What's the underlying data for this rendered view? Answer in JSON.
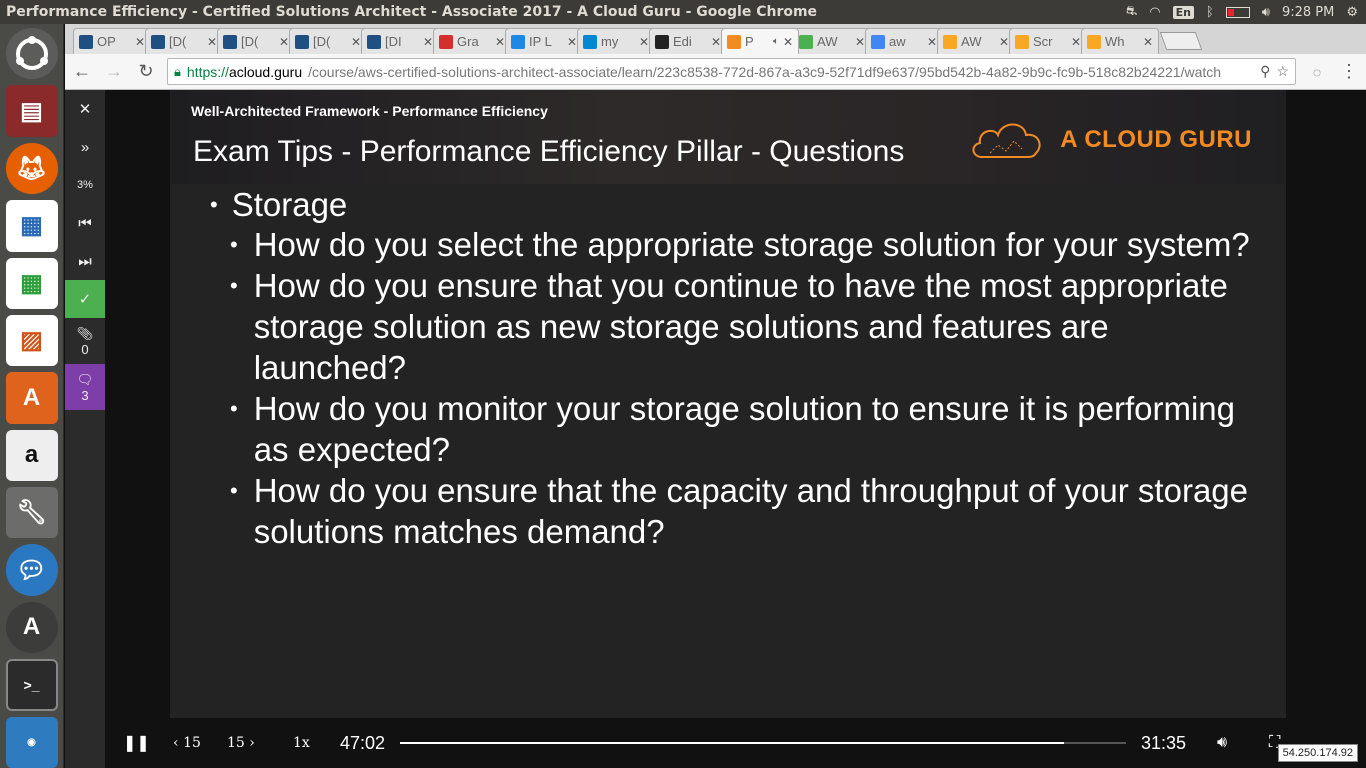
{
  "system_bar": {
    "window_title": "Performance Efficiency - Certified Solutions Architect - Associate 2017 - A Cloud Guru - Google Chrome",
    "keyboard_layout": "En",
    "clock": "9:28 PM"
  },
  "launcher": {
    "apps": [
      "files-icon",
      "firefox-icon",
      "writer-icon",
      "calc-icon",
      "impress-icon",
      "software-center-icon",
      "amazon-icon",
      "settings-icon",
      "chat-icon",
      "updater-icon",
      "terminal-icon",
      "workbench-icon"
    ]
  },
  "browser": {
    "tabs": [
      {
        "label": "OP",
        "favicon": "bitbucket-icon",
        "color": "#205081"
      },
      {
        "label": "[D(",
        "favicon": "bitbucket-icon",
        "color": "#205081"
      },
      {
        "label": "[D(",
        "favicon": "bitbucket-icon",
        "color": "#205081"
      },
      {
        "label": "[D(",
        "favicon": "bitbucket-icon",
        "color": "#205081"
      },
      {
        "label": "[DI",
        "favicon": "bitbucket-icon",
        "color": "#205081"
      },
      {
        "label": "Gra",
        "favicon": "target-icon",
        "color": "#d32f2f"
      },
      {
        "label": "IP L",
        "favicon": "ip-icon",
        "color": "#1e88e5"
      },
      {
        "label": "my",
        "favicon": "database-icon",
        "color": "#0288d1"
      },
      {
        "label": "Edi",
        "favicon": "github-icon",
        "color": "#222222"
      },
      {
        "label": "P",
        "favicon": "cloud-icon",
        "color": "#f28b22",
        "active": true,
        "audio": true
      },
      {
        "label": "AW",
        "favicon": "u-icon",
        "color": "#4caf50"
      },
      {
        "label": "aw",
        "favicon": "google-icon",
        "color": "#4285f4"
      },
      {
        "label": "AW",
        "favicon": "aws-icon",
        "color": "#f9a825"
      },
      {
        "label": "Scr",
        "favicon": "aws-icon",
        "color": "#f9a825"
      },
      {
        "label": "Wh",
        "favicon": "aws-icon",
        "color": "#f9a825"
      }
    ],
    "url": {
      "scheme": "https://",
      "host": "acloud.guru",
      "path": "/course/aws-certified-solutions-architect-associate/learn/223c8538-772d-867a-a3c9-52f71df9e637/95bd542b-4a82-9b9c-fc9b-518c82b24221/watch"
    }
  },
  "player_sidebar": {
    "close": "✕",
    "expand": "»",
    "progress": "3%",
    "attachments_count": "0",
    "comments_count": "3"
  },
  "slide": {
    "subtitle": "Well-Architected Framework - Performance Efficiency",
    "title": "Exam Tips - Performance Efficiency Pillar - Questions",
    "logo_text": "A CLOUD GURU",
    "topic": "Storage",
    "questions": [
      "How do you select the appropriate storage solution for your system?",
      "How do you ensure that you continue to have the most appropriate storage solution as new storage solutions and features are launched?",
      "How do you monitor your storage solution to ensure it is performing as expected?",
      "How do you ensure that the capacity and throughput of your storage solutions matches demand?"
    ]
  },
  "controls": {
    "rewind": "15",
    "forward": "15",
    "speed": "1x",
    "elapsed": "47:02",
    "remaining": "31:35",
    "progress_fraction": 0.915
  },
  "ip_address": "54.250.174.92"
}
